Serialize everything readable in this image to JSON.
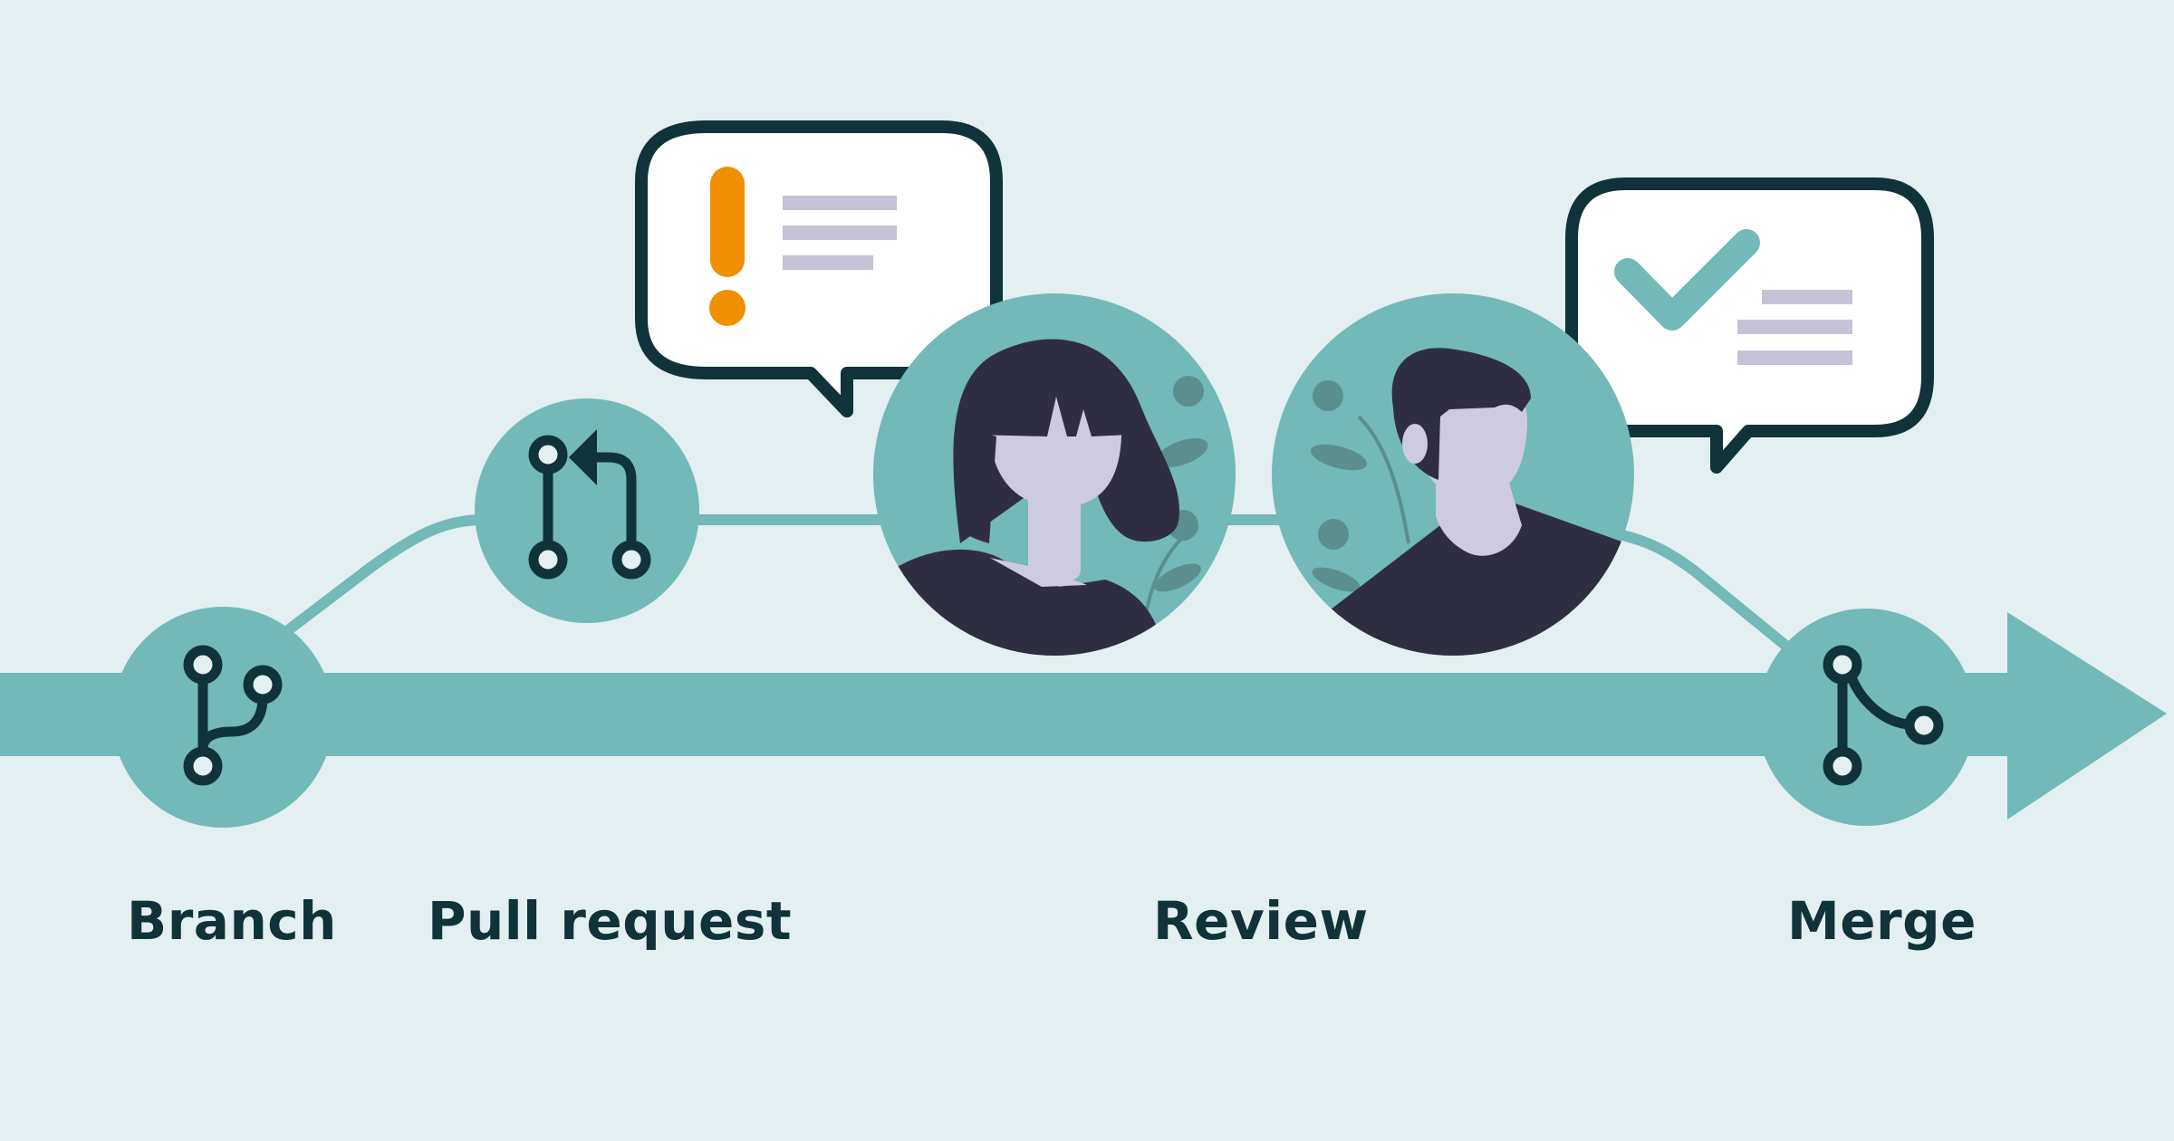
{
  "steps": [
    {
      "id": "branch",
      "label": "Branch",
      "icon": "git-branch-icon"
    },
    {
      "id": "pull-request",
      "label": "Pull request",
      "icon": "git-pull-request-icon"
    },
    {
      "id": "review",
      "label": "Review",
      "icon": "reviewer-avatars"
    },
    {
      "id": "merge",
      "label": "Merge",
      "icon": "git-merge-icon"
    }
  ],
  "callouts": [
    {
      "id": "review-comment",
      "icon": "exclamation-icon",
      "status": "changes-requested"
    },
    {
      "id": "approval",
      "icon": "checkmark-icon",
      "status": "approved"
    }
  ],
  "colors": {
    "background": "#e3eff0",
    "teal": "#72b9b7",
    "dark": "#0f3338",
    "warning": "#f09000",
    "skin": "#cecbdf",
    "clothing": "#2f2e41",
    "text_lines": "#c5c3d6"
  }
}
